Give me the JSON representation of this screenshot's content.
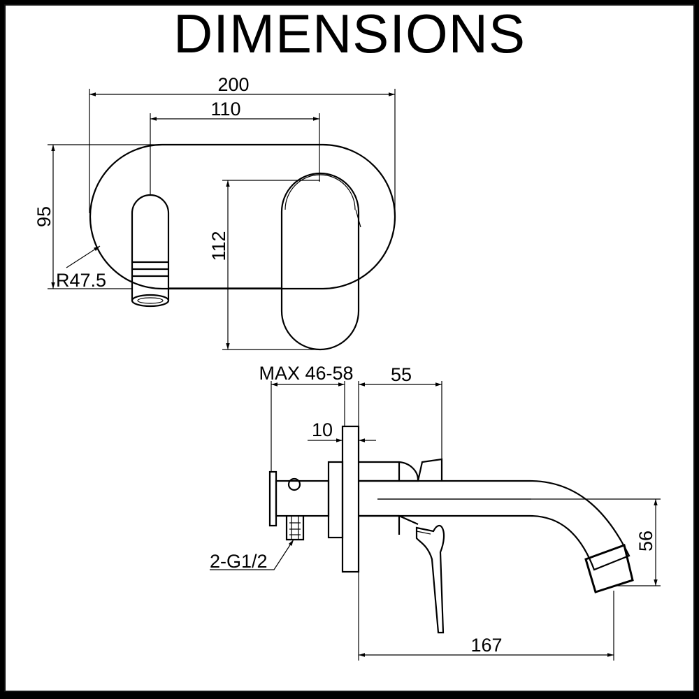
{
  "title": "DIMENSIONS",
  "front_view": {
    "width_overall": "200",
    "spacing": "110",
    "height_plate": "95",
    "height_lever": "112",
    "radius": "R47.5"
  },
  "side_view": {
    "wall_depth": "MAX 46-58",
    "lever_projection": "55",
    "plate_thickness": "10",
    "connection": "2-G1/2",
    "spout_height": "56",
    "spout_projection": "167"
  }
}
